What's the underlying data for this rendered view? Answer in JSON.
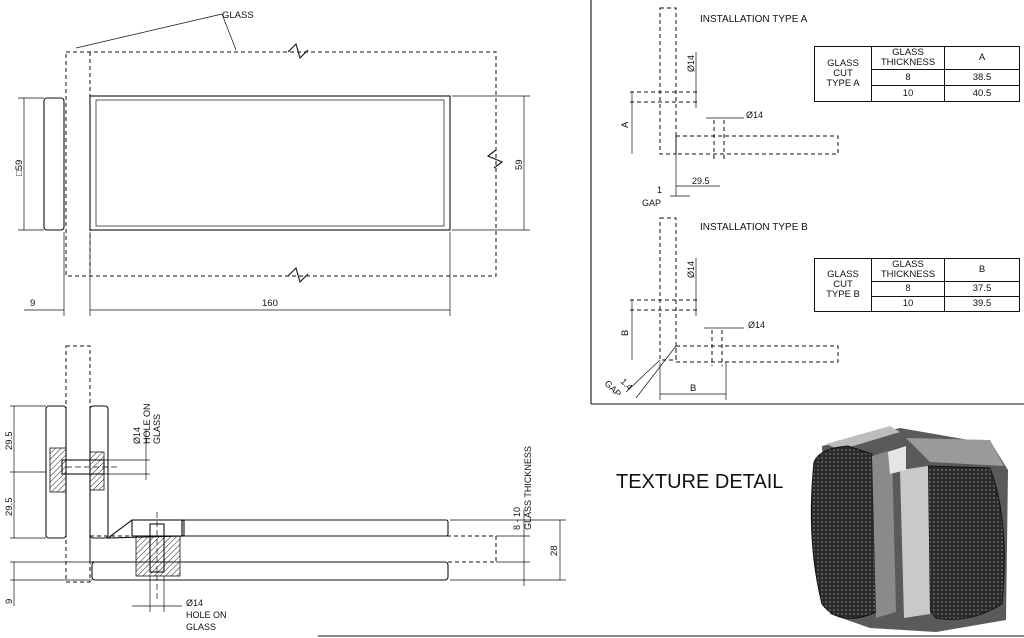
{
  "top_view": {
    "glass_label": "GLASS",
    "dim_height_left": "□59",
    "dim_height_right": "59",
    "dim_thickness": "9",
    "dim_length": "160"
  },
  "section_view": {
    "dim_upper": "29.5",
    "dim_lower": "29.5",
    "hole_upper": [
      "Ø14",
      "HOLE ON",
      "GLASS"
    ],
    "hole_lower": [
      "Ø14",
      "HOLE ON",
      "GLASS"
    ],
    "glass_thickness": [
      "8 - 10",
      "GLASS THICKNESS"
    ],
    "dim_28": "28",
    "dim_9": "9"
  },
  "type_a": {
    "title": "INSTALLATION TYPE A",
    "dim_a": "A",
    "hole_vertical": "Ø14",
    "hole_horizontal": "Ø14",
    "dim_29_5": "29.5",
    "gap_value": "1",
    "gap_label": "GAP",
    "table": {
      "col1": [
        "GLASS",
        "CUT",
        "TYPE A"
      ],
      "col2_header": [
        "GLASS",
        "THICKNESS"
      ],
      "col3_header": "A",
      "rows": [
        {
          "thickness": "8",
          "value": "38.5"
        },
        {
          "thickness": "10",
          "value": "40.5"
        }
      ]
    }
  },
  "type_b": {
    "title": "INSTALLATION TYPE B",
    "dim_b_vertical": "B",
    "dim_b_horizontal": "B",
    "hole_vertical": "Ø14",
    "hole_horizontal": "Ø14",
    "gap_value": "1.4",
    "gap_label": "GAP",
    "table": {
      "col1": [
        "GLASS",
        "CUT",
        "TYPE B"
      ],
      "col2_header": [
        "GLASS",
        "THICKNESS"
      ],
      "col3_header": "B",
      "rows": [
        {
          "thickness": "8",
          "value": "37.5"
        },
        {
          "thickness": "10",
          "value": "39.5"
        }
      ]
    }
  },
  "texture": {
    "title": "TEXTURE DETAIL"
  }
}
